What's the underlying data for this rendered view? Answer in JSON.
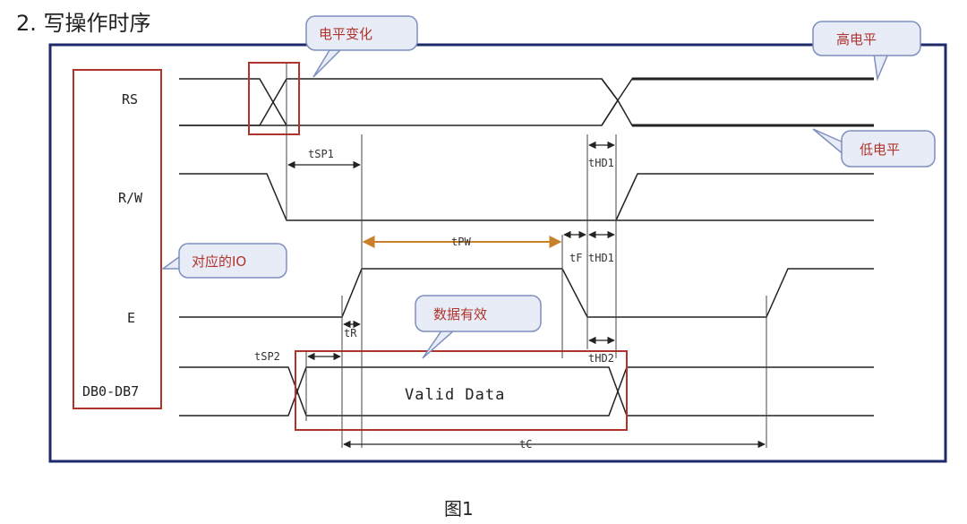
{
  "heading": "2. 写操作时序",
  "caption": "图1",
  "signals": {
    "rs": "RS",
    "rw": "R/W",
    "e": "E",
    "db": "DB0-DB7"
  },
  "params": {
    "tsp1": "tSP1",
    "thd1_top": "tHD1",
    "tpw": "tPW",
    "tf": "tF",
    "thd1_mid": "tHD1",
    "tr": "tR",
    "tsp2": "tSP2",
    "thd2": "tHD2",
    "tc": "tC"
  },
  "data_label": "Valid Data",
  "callouts": {
    "level_change": "电平变化",
    "high_level": "高电平",
    "low_level": "低电平",
    "io": "对应的IO",
    "data_valid": "数据有效"
  },
  "colors": {
    "frame": "#1f2a6b",
    "highlight_box": "#b0342c",
    "callout_fill": "#e8ecf6",
    "callout_border": "#7f8fbf",
    "pw_arrow": "#c9802a",
    "wave": "#222222"
  }
}
